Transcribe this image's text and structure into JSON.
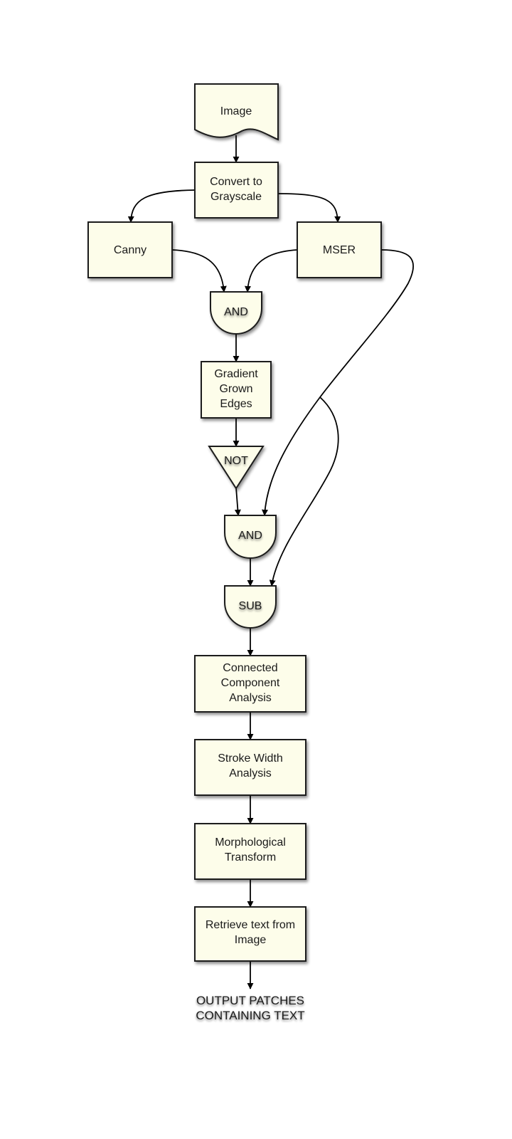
{
  "diagram": {
    "type": "flowchart",
    "nodes": {
      "image": {
        "shape": "document",
        "lines": [
          "Image"
        ]
      },
      "grayscale": {
        "shape": "process",
        "lines": [
          "Convert to",
          "Grayscale"
        ]
      },
      "canny": {
        "shape": "process",
        "lines": [
          "Canny"
        ]
      },
      "mser": {
        "shape": "process",
        "lines": [
          "MSER"
        ]
      },
      "and1": {
        "shape": "and-gate",
        "lines": [
          "AND"
        ]
      },
      "gradient": {
        "shape": "process",
        "lines": [
          "Gradient",
          "Grown",
          "Edges"
        ]
      },
      "not": {
        "shape": "not-gate",
        "lines": [
          "NOT"
        ]
      },
      "and2": {
        "shape": "and-gate",
        "lines": [
          "AND"
        ]
      },
      "sub": {
        "shape": "and-gate",
        "lines": [
          "SUB"
        ]
      },
      "cca": {
        "shape": "process",
        "lines": [
          "Connected",
          "Component",
          "Analysis"
        ]
      },
      "swa": {
        "shape": "process",
        "lines": [
          "Stroke Width",
          "Analysis"
        ]
      },
      "morph": {
        "shape": "process",
        "lines": [
          "Morphological",
          "Transform"
        ]
      },
      "retrieve": {
        "shape": "process",
        "lines": [
          "Retrieve text from",
          "Image"
        ]
      },
      "output": {
        "shape": "text",
        "lines": [
          "OUTPUT PATCHES",
          "CONTAINING TEXT"
        ]
      }
    },
    "edges": [
      {
        "from": "image",
        "to": "grayscale"
      },
      {
        "from": "grayscale",
        "to": "canny"
      },
      {
        "from": "grayscale",
        "to": "mser"
      },
      {
        "from": "canny",
        "to": "and1"
      },
      {
        "from": "mser",
        "to": "and1"
      },
      {
        "from": "and1",
        "to": "gradient"
      },
      {
        "from": "gradient",
        "to": "not"
      },
      {
        "from": "not",
        "to": "and2"
      },
      {
        "from": "mser",
        "to": "and2"
      },
      {
        "from": "mser",
        "to": "sub"
      },
      {
        "from": "and2",
        "to": "sub"
      },
      {
        "from": "sub",
        "to": "cca"
      },
      {
        "from": "cca",
        "to": "swa"
      },
      {
        "from": "swa",
        "to": "morph"
      },
      {
        "from": "morph",
        "to": "retrieve"
      },
      {
        "from": "retrieve",
        "to": "output"
      }
    ],
    "colors": {
      "node_fill": "#fdfdea",
      "stroke": "#1a1a1a",
      "background": "#ffffff"
    }
  }
}
